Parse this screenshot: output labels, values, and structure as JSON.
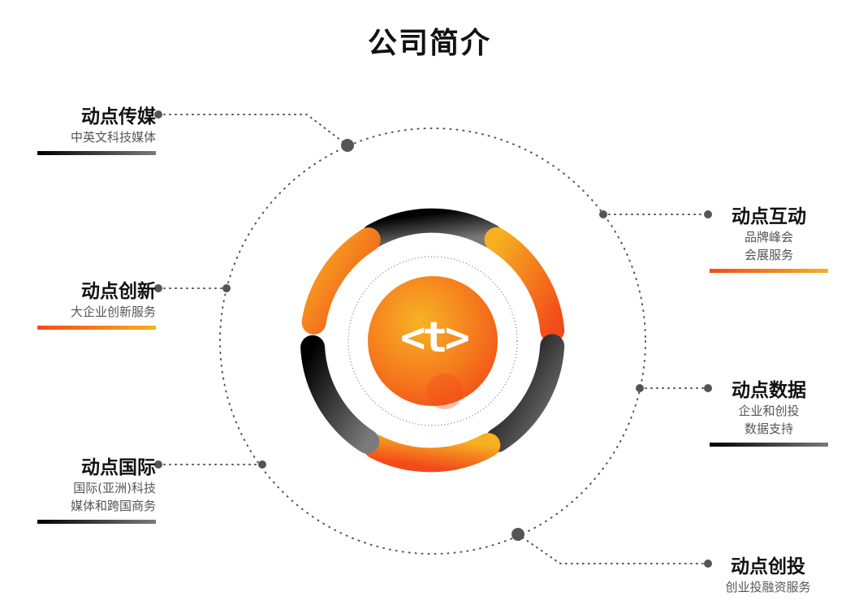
{
  "title": "公司简介",
  "logo": {
    "text": "<t>"
  },
  "items": [
    {
      "name": "动点传媒",
      "desc": [
        "中英文科技媒体"
      ],
      "bar": "dark"
    },
    {
      "name": "动点创新",
      "desc": [
        "大企业创新服务"
      ],
      "bar": "orange"
    },
    {
      "name": "动点国际",
      "desc": [
        "国际(亚洲)科技",
        "媒体和跨国商务"
      ],
      "bar": "dark"
    },
    {
      "name": "动点互动",
      "desc": [
        "品牌峰会",
        "会展服务"
      ],
      "bar": "orange"
    },
    {
      "name": "动点数据",
      "desc": [
        "企业和创投",
        "数据支持"
      ],
      "bar": "dark"
    },
    {
      "name": "动点创投",
      "desc": [
        "创业投融资服务"
      ],
      "bar": "none"
    }
  ],
  "colors": {
    "orange": "#f34a1a",
    "amber": "#f6b020",
    "dark": "#111111",
    "gray": "#666666"
  }
}
